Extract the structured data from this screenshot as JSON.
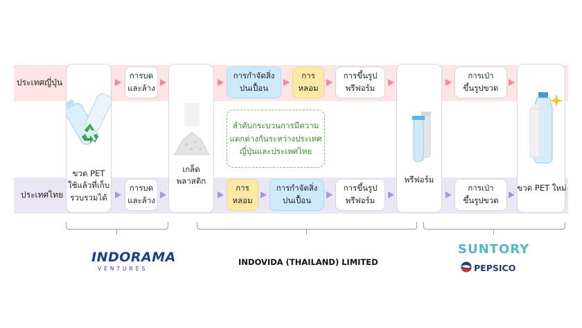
{
  "rows": {
    "japan": "ประเทศญี่ปุ่น",
    "thailand": "ประเทศไทย"
  },
  "steps": {
    "collected_bottle": "ขวด PET\nใช้แล้วที่เก็บ\nรวบรวมได้",
    "jp_crush_wash": "การบด\nและล้าง",
    "flakes": "เกล็ด\nพลาสติก",
    "jp_decontam": "การกำจัดสิ่ง\nปนเปื้อน",
    "jp_melt": "การ\nหลอม",
    "jp_preform_form": "การขึ้นรูป\nพรีฟอร์ม",
    "preform": "พรีฟอร์ม",
    "jp_blow": "การเป่า\nขึ้นรูปขวด",
    "new_bottle": "ขวด PET ใหม่",
    "th_crush_wash": "การบด\nและล้าง",
    "th_melt": "การ\nหลอม",
    "th_decontam": "การกำจัดสิ่ง\nปนเปื้อน",
    "th_preform_form": "การขึ้นรูป\nพรีฟอร์ม",
    "th_blow": "การเป่า\nขึ้นรูปขวด"
  },
  "note": "ลำดับกระบวนการมีความ\nแตกต่างกันระหว่างประเทศ\nญี่ปุ่นและประเทศไทย",
  "companies": {
    "indorama_main": "INDORAMA",
    "indorama_sub": "VENTURES",
    "indovida": "INDOVIDA (THAILAND) LIMITED",
    "suntory": "SUNTORY",
    "pepsico": "PEPSICO"
  },
  "colors": {
    "japan_band": "#fce3e6",
    "thailand_band": "#ebe6f6",
    "japan_arrow": "#f08a9a",
    "thailand_arrow": "#a896d8",
    "highlight_blue": "#cdeafa",
    "highlight_yellow": "#fde9a6",
    "note_green": "#7bc96f",
    "indorama_blue": "#1b3f8f",
    "suntory_teal": "#4fb8c9",
    "pepsico_navy": "#1d3a7a"
  },
  "icons": [
    "recycle-icon",
    "plastic-bottle-icon",
    "plastic-flakes-icon",
    "preform-tube-icon",
    "new-bottle-icon",
    "sparkle-icon",
    "pepsi-globe-icon"
  ]
}
